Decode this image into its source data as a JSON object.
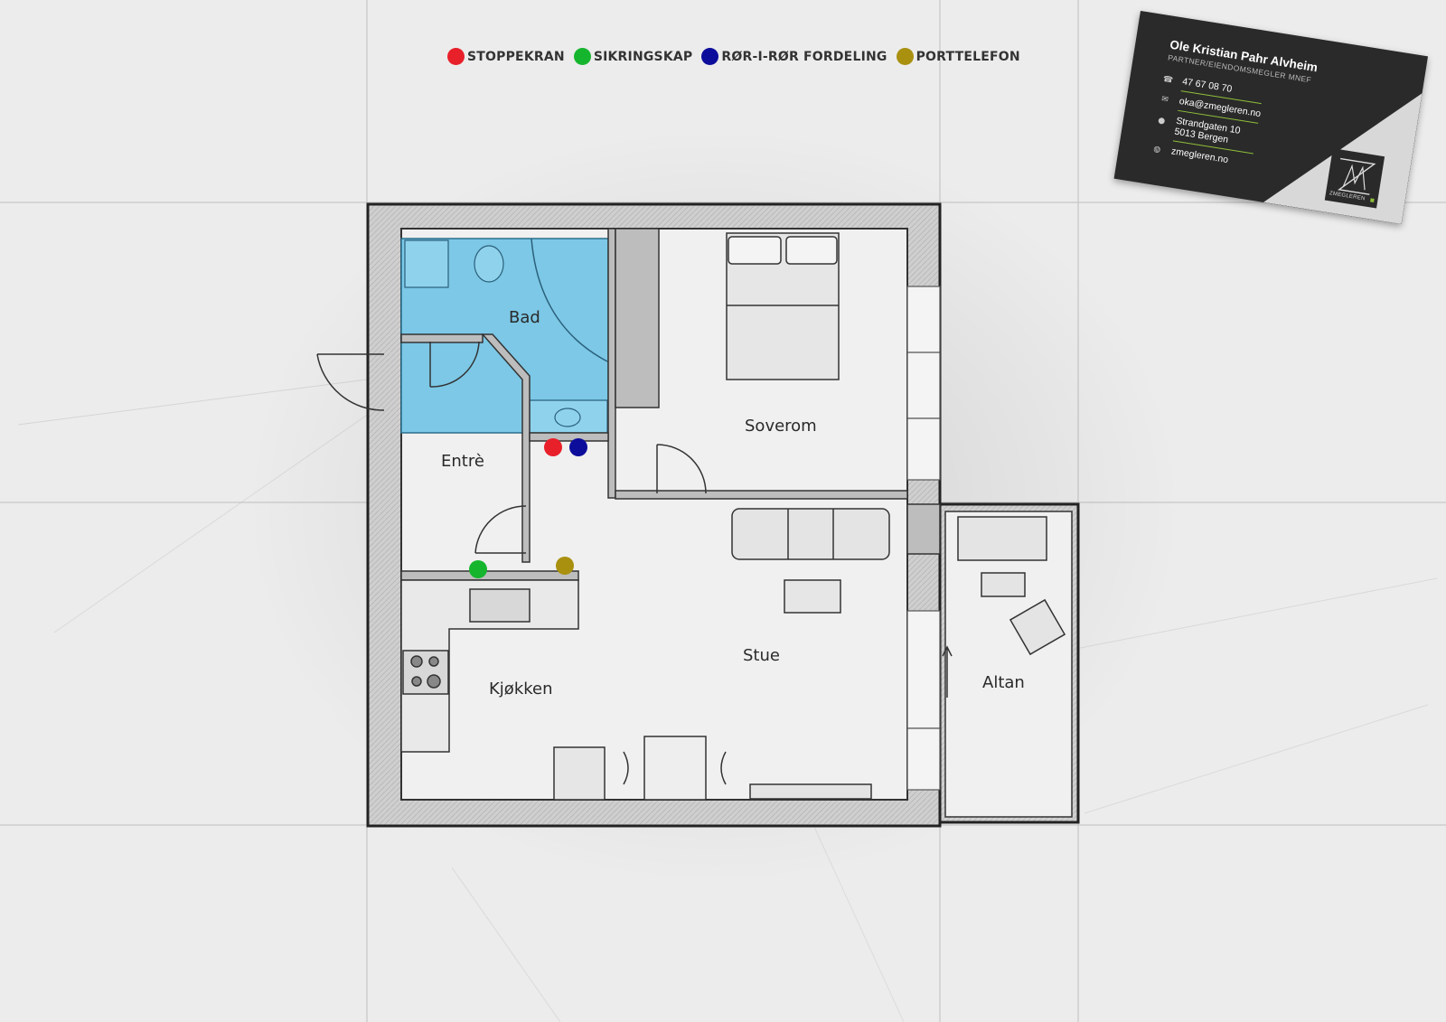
{
  "legend": [
    {
      "label": "STOPPEKRAN",
      "color": "#e8202a"
    },
    {
      "label": "SIKRINGSKAP",
      "color": "#16b52e"
    },
    {
      "label": "RØR-I-RØR FORDELING",
      "color": "#0d0d9c"
    },
    {
      "label": "PORTTELEFON",
      "color": "#a9900f"
    }
  ],
  "rooms": {
    "bad": "Bad",
    "soverom": "Soverom",
    "entre": "Entrè",
    "stue": "Stue",
    "kjokken": "Kjøkken",
    "altan": "Altan"
  },
  "colors": {
    "bathroom": "#7cc8e6",
    "wall": "#2b2b2b",
    "paper": "#ececec",
    "floor": "#f1f1f1"
  },
  "card": {
    "name": "Ole Kristian Pahr Alvheim",
    "role": "PARTNER/EIENDOMSMEGLER MNEF",
    "phone": "47 67 08 70",
    "email": "oka@zmegleren.no",
    "address_line1": "Strandgaten 10",
    "address_line2": "5013 Bergen",
    "web": "zmegleren.no",
    "logo_text": "ZMEGLEREN",
    "icons": {
      "phone": "phone-icon",
      "email": "mail-icon",
      "address": "pin-icon",
      "web": "globe-icon"
    },
    "accent": "#8fbf3a"
  }
}
